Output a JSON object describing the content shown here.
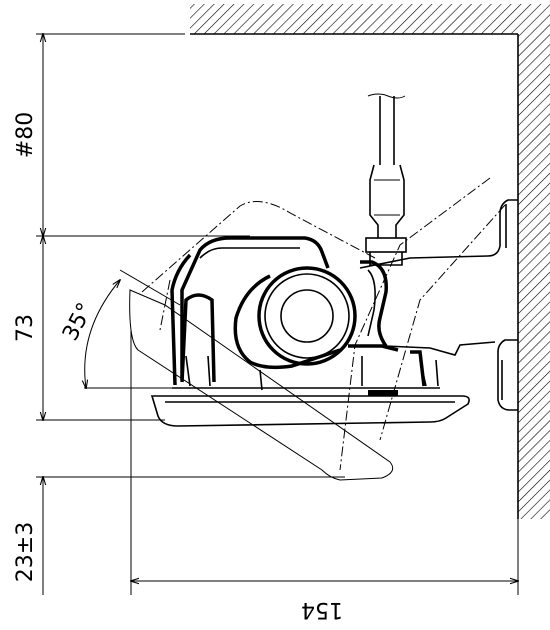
{
  "dimensions": {
    "top_height": "#80",
    "unit_height": "73",
    "gap": "23±3",
    "width": "154",
    "tilt_angle": "35°"
  },
  "colors": {
    "ink": "#000000",
    "background": "#ffffff"
  }
}
